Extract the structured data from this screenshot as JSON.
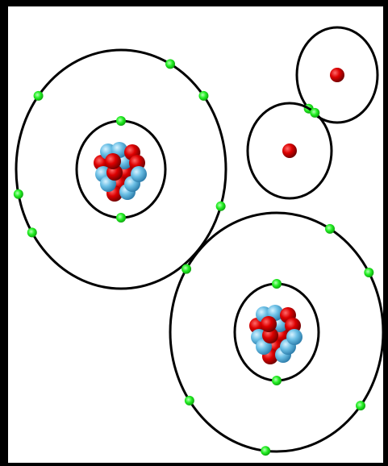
{
  "colors": {
    "frame": "#000000",
    "background": "#ffffff",
    "orbit": "#000000",
    "electron": "#22ee22",
    "proton": "#cc0000",
    "neutron": "#6cc0e6"
  },
  "atoms": [
    {
      "element_hint": "oxygen",
      "nucleus": {
        "protons": 8,
        "neutrons": 8
      },
      "shells": [
        {
          "electrons": 2
        },
        {
          "electrons": 6
        }
      ]
    },
    {
      "element_hint": "hydrogen",
      "nucleus": {
        "protons": 1,
        "neutrons": 0
      },
      "shells": [
        {
          "electrons": 1
        }
      ]
    },
    {
      "element_hint": "hydrogen",
      "nucleus": {
        "protons": 1,
        "neutrons": 0
      },
      "shells": [
        {
          "electrons": 1
        }
      ]
    },
    {
      "element_hint": "oxygen",
      "nucleus": {
        "protons": 8,
        "neutrons": 8
      },
      "shells": [
        {
          "electrons": 2
        },
        {
          "electrons": 6
        }
      ]
    }
  ]
}
